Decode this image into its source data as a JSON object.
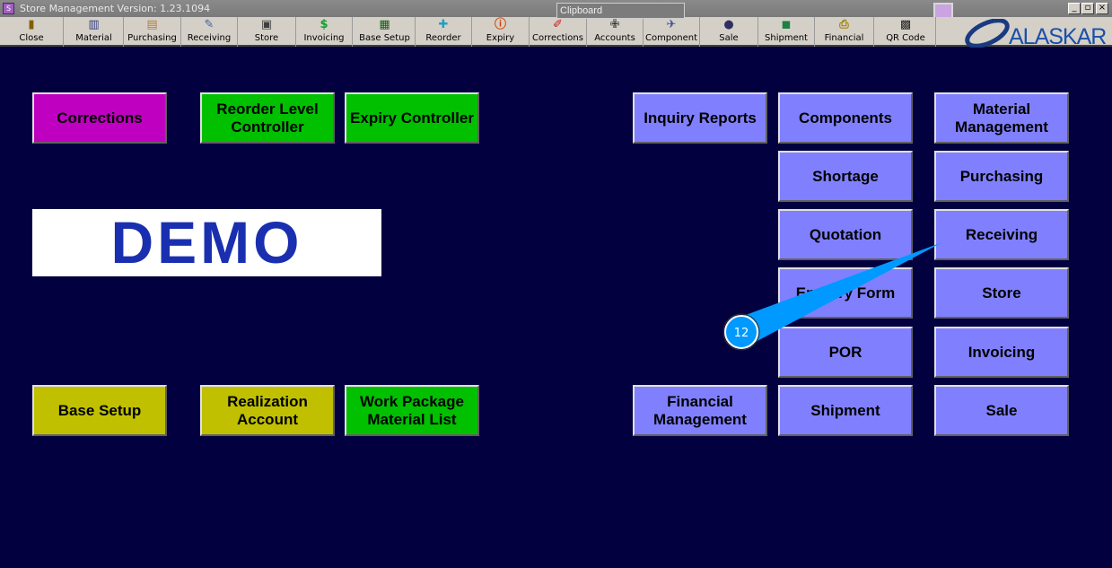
{
  "window": {
    "title": "Store Management  Version: 1.23.1094",
    "clipboard_label": "Clipboard",
    "minimize": "_",
    "restore": "▫",
    "close": "×"
  },
  "toolbar": [
    {
      "label": "Close",
      "icon": "door-exit-icon"
    },
    {
      "label": "Material",
      "icon": "material-icon"
    },
    {
      "label": "Purchasing",
      "icon": "purchasing-icon"
    },
    {
      "label": "Receiving",
      "icon": "receiving-icon"
    },
    {
      "label": "Store",
      "icon": "store-icon"
    },
    {
      "label": "Invoicing",
      "icon": "dollar-icon"
    },
    {
      "label": "Base Setup",
      "icon": "table-icon"
    },
    {
      "label": "Reorder",
      "icon": "plus-icon"
    },
    {
      "label": "Expiry",
      "icon": "info-icon"
    },
    {
      "label": "Corrections",
      "icon": "corrections-icon"
    },
    {
      "label": "Accounts",
      "icon": "accounts-icon"
    },
    {
      "label": "Component",
      "icon": "airplane-icon"
    },
    {
      "label": "Sale",
      "icon": "sale-icon"
    },
    {
      "label": "Shipment",
      "icon": "truck-icon"
    },
    {
      "label": "Financial",
      "icon": "printer-icon"
    },
    {
      "label": "QR Code",
      "icon": "qr-code-icon"
    }
  ],
  "logo": {
    "text": "ALASKAR"
  },
  "demo_label": "DEMO",
  "buttons": {
    "corrections": "Corrections",
    "reorder": "Reorder Level Controller",
    "expiry": "Expiry Controller",
    "base_setup": "Base Setup",
    "realization": "Realization Account",
    "work_package": "Work Package Material List",
    "inquiry": "Inquiry Reports",
    "financial": "Financial Management",
    "components": "Components",
    "shortage": "Shortage",
    "quotation": "Quotation",
    "enquiry_form": "Enquiry Form",
    "por": "POR",
    "shipment": "Shipment",
    "material": "Material Management",
    "purchasing": "Purchasing",
    "receiving": "Receiving",
    "store": "Store",
    "invoicing": "Invoicing",
    "sale": "Sale"
  },
  "callout": {
    "number": "12",
    "color": "#0099ff"
  },
  "colors": {
    "background": "#03003f",
    "magenta": "#c000c0",
    "green": "#00c000",
    "yellow": "#c0c000",
    "blue": "#8080ff"
  }
}
